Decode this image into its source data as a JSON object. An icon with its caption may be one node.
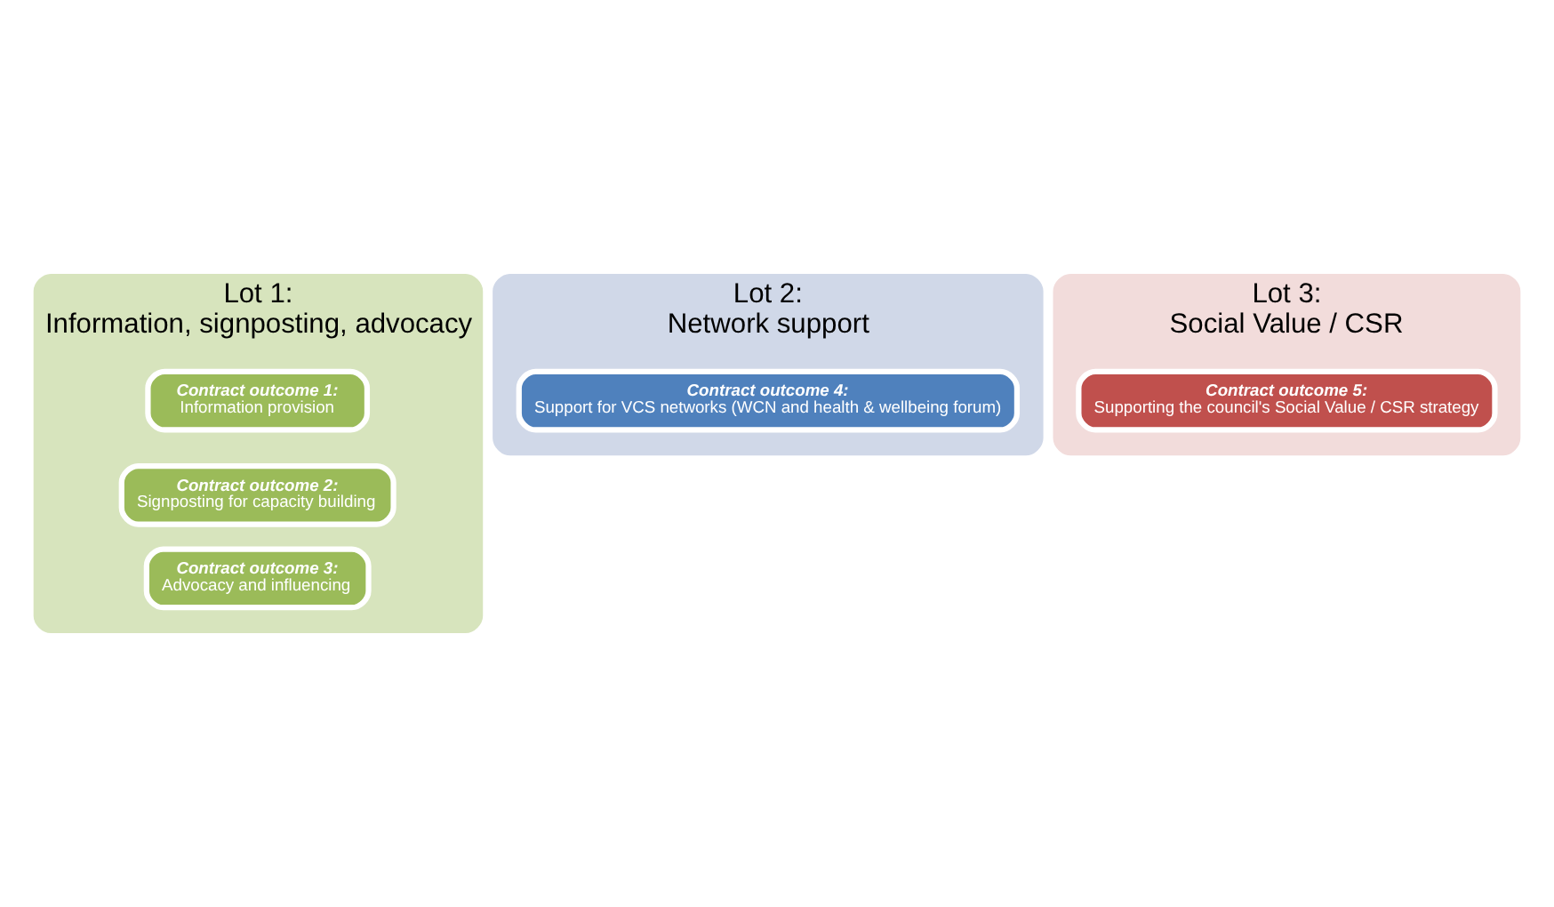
{
  "diagram": {
    "nodes": [
      {
        "text": [
          "Lot 1:",
          "Information, signposting, advocacy"
        ]
      },
      {
        "text": [
          "Contract outcome 1:",
          "Information provision"
        ],
        "in": 0
      },
      {
        "text": [
          "Contract outcome 2:",
          "Signposting for capacity building"
        ],
        "in": 0
      },
      {
        "text": [
          "Contract outcome 3:",
          "Advocacy and influencing"
        ],
        "in": 0
      },
      {
        "text": [
          "Lot 2:",
          "Network support"
        ]
      },
      {
        "text": [
          "Contract outcome 4:",
          "Support for VCS networks (WCN and health & wellbeing forum)"
        ],
        "in": 4
      },
      {
        "text": [
          "Lot 3:",
          "Social Value / CSR"
        ]
      },
      {
        "text": [
          "Contract outcome 5:",
          "Supporting the council's Social Value / CSR strategy"
        ],
        "in": 6
      }
    ]
  }
}
